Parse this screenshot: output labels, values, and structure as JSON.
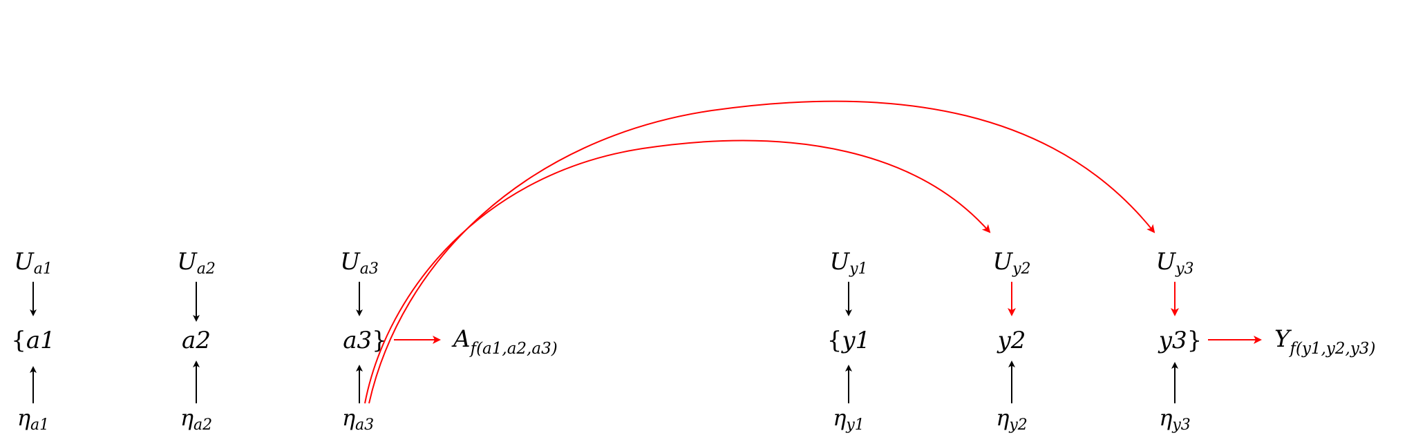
{
  "colors": {
    "normal": "#000000",
    "highlight": "#ff0000"
  },
  "groups": [
    {
      "id": "a",
      "nodes": [
        {
          "u_main": "U",
          "u_sub": "a1",
          "x_open": "{",
          "x_main": "a1",
          "x_close": "",
          "eta_main": "η",
          "eta_sub": "a1",
          "u_highlight": false
        },
        {
          "u_main": "U",
          "u_sub": "a2",
          "x_open": "",
          "x_main": "a2",
          "x_close": "",
          "eta_main": "η",
          "eta_sub": "a2",
          "u_highlight": false
        },
        {
          "u_main": "U",
          "u_sub": "a3",
          "x_open": "",
          "x_main": "a3",
          "x_close": "}",
          "eta_main": "η",
          "eta_sub": "a3",
          "u_highlight": false
        }
      ],
      "aggregate": {
        "main": "A",
        "sub": "f(a1,a2,a3)"
      }
    },
    {
      "id": "y",
      "nodes": [
        {
          "u_main": "U",
          "u_sub": "y1",
          "x_open": "{",
          "x_main": "y1",
          "x_close": "",
          "eta_main": "η",
          "eta_sub": "y1",
          "u_highlight": false
        },
        {
          "u_main": "U",
          "u_sub": "y2",
          "x_open": "",
          "x_main": "y2",
          "x_close": "",
          "eta_main": "η",
          "eta_sub": "y2",
          "u_highlight": true
        },
        {
          "u_main": "U",
          "u_sub": "y3",
          "x_open": "",
          "x_main": "y3",
          "x_close": "}",
          "eta_main": "η",
          "eta_sub": "y3",
          "u_highlight": true
        }
      ],
      "aggregate": {
        "main": "Y",
        "sub": "f(y1,y2,y3)"
      }
    }
  ],
  "curved_edges": [
    {
      "from": "η_a3",
      "to": "U_y2"
    },
    {
      "from": "η_a3",
      "to": "U_y3"
    }
  ]
}
